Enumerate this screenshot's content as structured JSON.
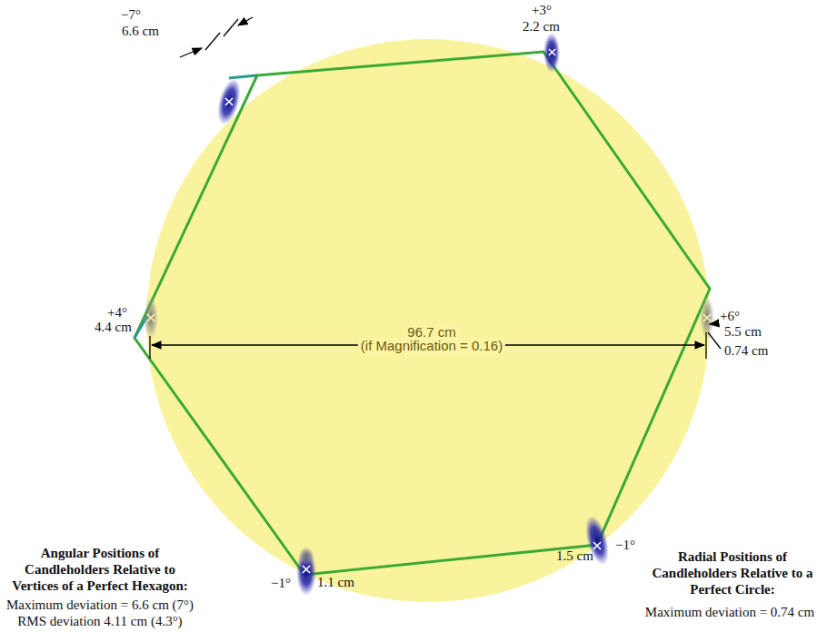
{
  "diagram": {
    "labels": [
      "−7°",
      "6.6 cm",
      "+3°",
      "2.2 cm",
      "+4°",
      "4.4 cm",
      "+6°",
      "5.5 cm",
      "0.74 cm",
      "96.7 cm",
      "(if Magnification = 0.16)",
      "−1°",
      "1.1 cm",
      "−1°",
      "1.5 cm",
      "Angular Positions of Candleholders Relative to Vertices of a Perfect Hexagon:",
      "Maximum deviation = 6.6 cm (7°)",
      "RMS deviation 4.11 cm (4.3°)",
      "Radial Positions of Candleholders Relative to a Perfect Circle:",
      "Maximum deviation = 0.74 cm"
    ]
  }
}
